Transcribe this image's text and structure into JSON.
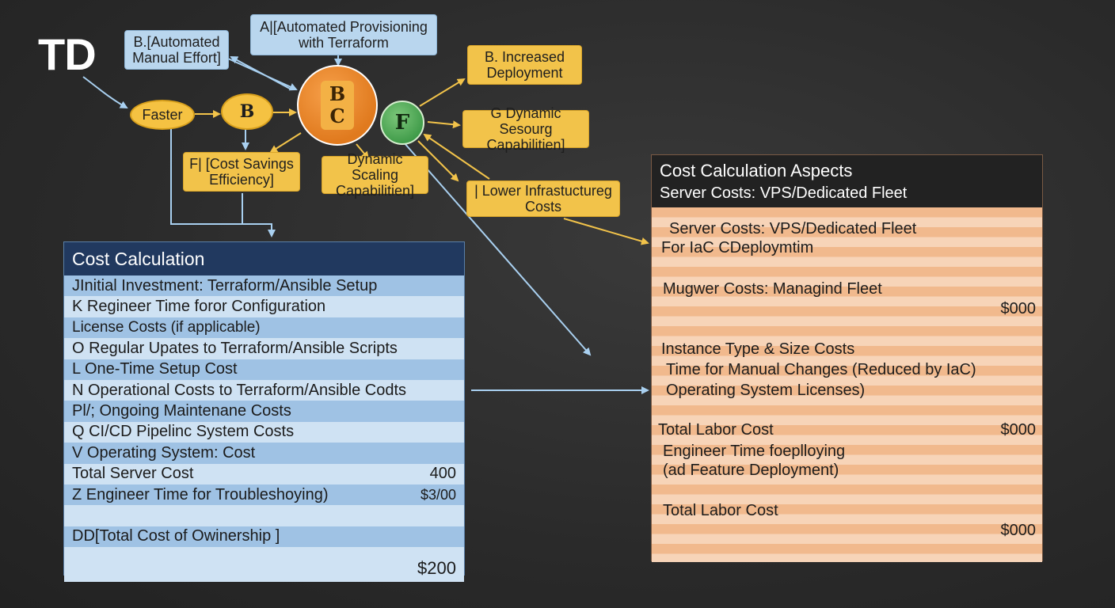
{
  "brand": "TD",
  "flow_nodes": {
    "faster": "Faster",
    "b_node": "B",
    "hub_top": "B",
    "hub_bottom": "C",
    "f_node": "F"
  },
  "callouts": {
    "automated_manual_effort": "B.[Automated\nManual Effort]",
    "automated_provisioning": "A|[Automated Provisioning\nwith Terraform",
    "increased_deployment": "B.  Increased\nDeployment",
    "dynamic_sourcing": "G Dynamic Sesourg\nCapabilitien]",
    "cost_savings": "F| [Cost Savings\nEfficiency]",
    "dynamic_scaling": "Dynamic Scaling\nCapabilitien]",
    "lower_infrastructure": "| Lower Infrastuctureg\nCosts"
  },
  "left_table": {
    "title": "Cost Calculation",
    "rows": [
      {
        "label": "JInitial Investment: Terraform/Ansible Setup",
        "value": ""
      },
      {
        "label": "K Regineer Time foror Configuration",
        "value": ""
      },
      {
        "label": "License Costs (if applicable)",
        "value": ""
      },
      {
        "label": "O Regular Upates to Terraform/Ansible Scripts",
        "value": ""
      },
      {
        "label": "L One-Time Setup Cost",
        "value": ""
      },
      {
        "label": "N Operational Costs to Terraform/Ansible Codts",
        "value": ""
      },
      {
        "label": "Pl/; Ongoing Maintenane Costs",
        "value": ""
      },
      {
        "label": "Q CI/CD Pipelinc System Costs",
        "value": ""
      },
      {
        "label": "V Operating System: Cost",
        "value": ""
      },
      {
        "label": "Total Server Cost",
        "value": "400"
      },
      {
        "label": "Z Engineer Time for Troubleshoying)",
        "value": "$3/00"
      },
      {
        "label": "",
        "value": ""
      },
      {
        "label": "DD[Total Cost of Owinership ]",
        "value": ""
      },
      {
        "label": "",
        "value": "$200"
      }
    ]
  },
  "right_table": {
    "title": "Cost Calculation Aspects",
    "subtitle": "Server Costs: VPS/Dedicated Fleet",
    "lines": [
      "Server Costs: VPS/Dedicated Fleet",
      "For IaC CDeploymtim",
      "Mugwer Costs: Managind Fleet",
      "Instance Type & Size Costs",
      "Time for Manual Changes (Reduced by IaC)",
      "Operating System Licenses)",
      "Total Labor Cost",
      "Engineer Time foeplloying",
      "(ad Feature Deployment)",
      "Total Labor Cost"
    ],
    "values": [
      "$000",
      "$000",
      "$000"
    ]
  },
  "colors": {
    "background": "#2b2b2b",
    "callout_yellow": "#f2c34a",
    "callout_blue": "#b9d6ee",
    "hub_orange": "#e8852b",
    "node_green": "#4caf50",
    "left_header": "#21395f",
    "left_row": "#aecde9",
    "right_row": "#f3c7a1",
    "connector_blue": "#a9d0f0",
    "connector_yellow": "#f2c34a"
  }
}
